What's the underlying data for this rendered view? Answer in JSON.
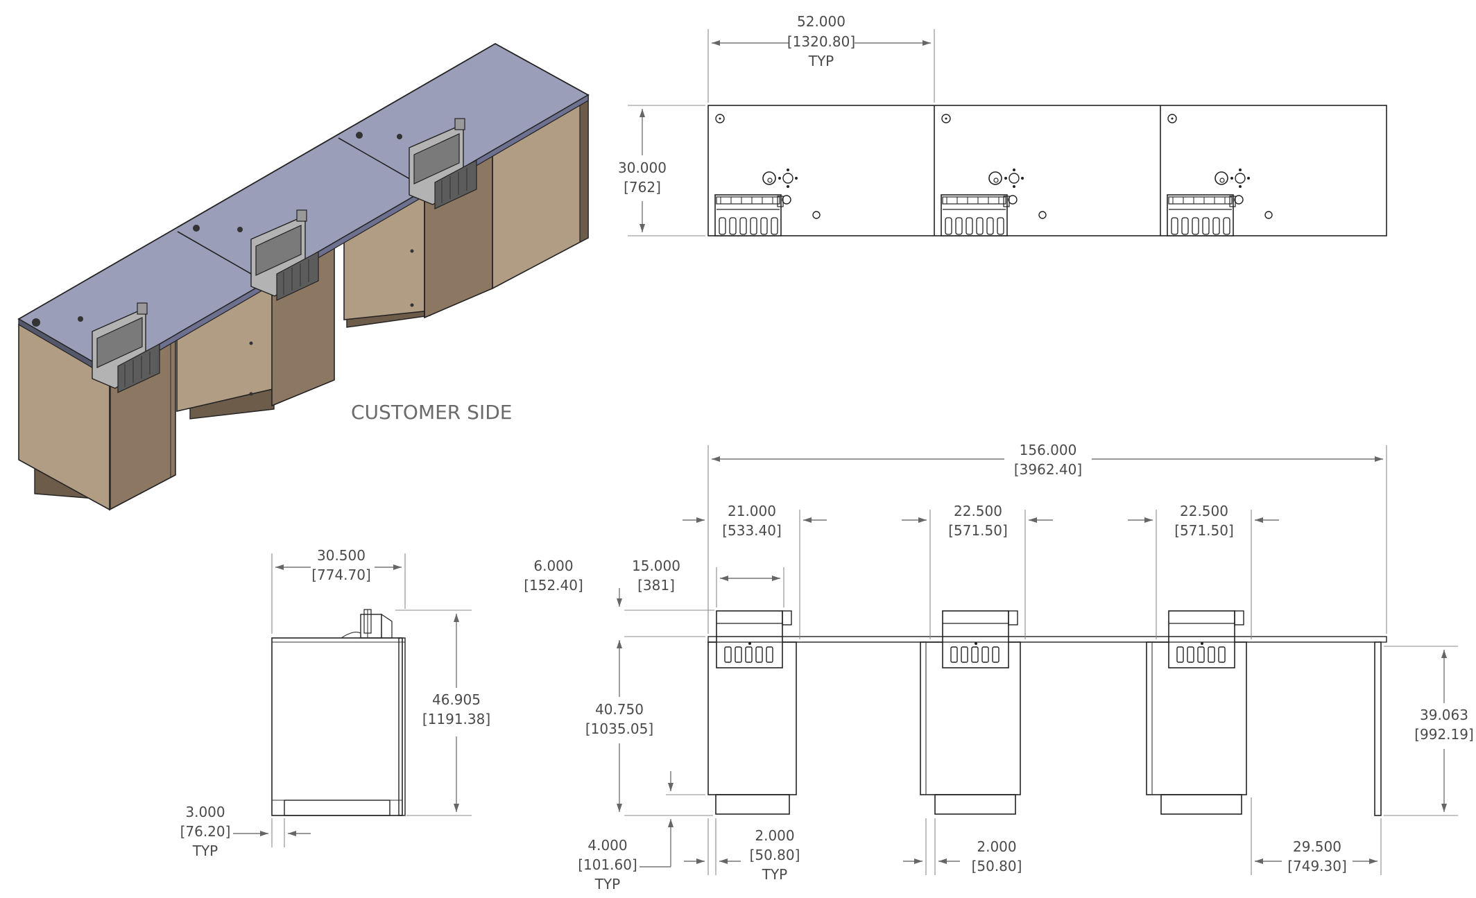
{
  "labels": {
    "customer_side": "CUSTOMER SIDE"
  },
  "colors": {
    "countertop": "#9b9eb8",
    "wood_front": "#b19c84",
    "wood_side": "#8c7762",
    "wood_dark": "#6e5c4b",
    "line": "#222222",
    "dimension": "#777777"
  },
  "dimensions": {
    "top_width": {
      "value": "52.000",
      "metric": "[1320.80]",
      "note": "TYP"
    },
    "top_depth": {
      "value": "30.000",
      "metric": "[762]"
    },
    "side_depth": {
      "value": "30.500",
      "metric": "[774.70]"
    },
    "side_height": {
      "value": "46.905",
      "metric": "[1191.38]"
    },
    "side_toekick": {
      "value": "3.000",
      "metric": "[76.20]",
      "note": "TYP"
    },
    "overall_width": {
      "value": "156.000",
      "metric": "[3962.40]"
    },
    "pedestal_1": {
      "value": "21.000",
      "metric": "[533.40]"
    },
    "pedestal_2": {
      "value": "22.500",
      "metric": "[571.50]"
    },
    "pedestal_3": {
      "value": "22.500",
      "metric": "[571.50]"
    },
    "tray_offset": {
      "value": "6.000",
      "metric": "[152.40]"
    },
    "tray_width": {
      "value": "15.000",
      "metric": "[381]"
    },
    "counter_height": {
      "value": "40.750",
      "metric": "[1035.05]"
    },
    "toe_height": {
      "value": "4.000",
      "metric": "[101.60]",
      "note": "TYP"
    },
    "toe_inset_1": {
      "value": "2.000",
      "metric": "[50.80]",
      "note": "TYP"
    },
    "toe_inset_2": {
      "value": "2.000",
      "metric": "[50.80]"
    },
    "end_panel_width": {
      "value": "29.500",
      "metric": "[749.30]"
    },
    "end_panel_height": {
      "value": "39.063",
      "metric": "[992.19]"
    }
  }
}
